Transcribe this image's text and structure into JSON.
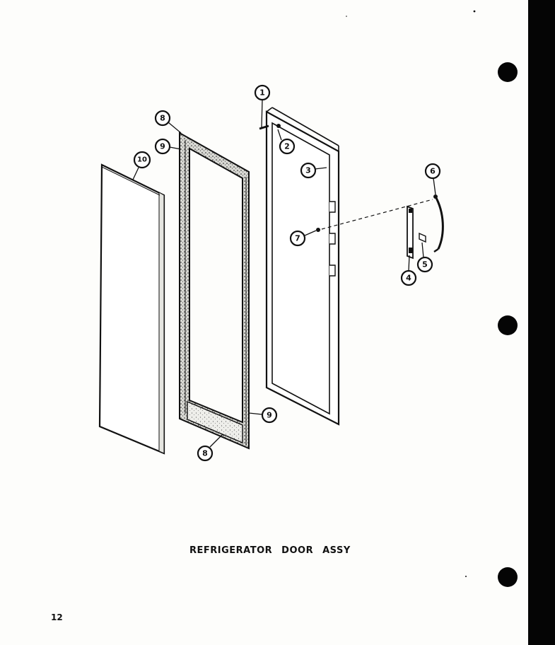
{
  "title": "REFRIGERATOR DOOR ASSY",
  "page_number": "12",
  "colors": {
    "ink": "#111111",
    "paper": "#fdfdfb",
    "binding": "#050505"
  },
  "callouts": [
    {
      "id": "c1",
      "label": "1"
    },
    {
      "id": "c2",
      "label": "2"
    },
    {
      "id": "c3",
      "label": "3"
    },
    {
      "id": "c4",
      "label": "4"
    },
    {
      "id": "c5",
      "label": "5"
    },
    {
      "id": "c6",
      "label": "6"
    },
    {
      "id": "c7",
      "label": "7"
    },
    {
      "id": "c8a",
      "label": "8"
    },
    {
      "id": "c8b",
      "label": "8"
    },
    {
      "id": "c9a",
      "label": "9"
    },
    {
      "id": "c9b",
      "label": "9"
    },
    {
      "id": "c10",
      "label": "10"
    }
  ]
}
